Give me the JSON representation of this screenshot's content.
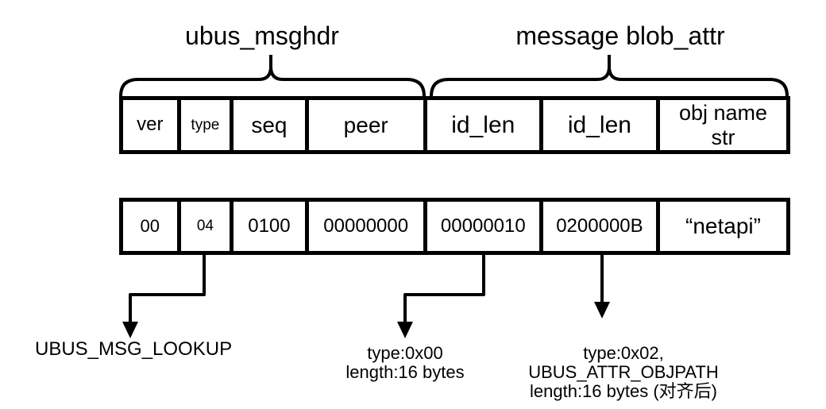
{
  "colors": {
    "background": "#ffffff",
    "ink": "#000000"
  },
  "section_labels": [
    {
      "text": "ubus_msghdr"
    },
    {
      "text": "message blob_attr"
    }
  ],
  "field_row": {
    "cells": [
      "ver",
      "type",
      "seq",
      "peer",
      "id_len",
      "id_len",
      "obj name\nstr"
    ]
  },
  "value_row": {
    "cells": [
      "00",
      "04",
      "0100",
      "00000000",
      "00000010",
      "0200000B",
      "“netapi”"
    ]
  },
  "annotations": [
    {
      "text": "UBUS_MSG_LOOKUP"
    },
    {
      "text": "type:0x00\nlength:16 bytes"
    },
    {
      "text": "type:0x02, UBUS_ATTR_OBJPATH\nlength:16 bytes (对齐后)"
    }
  ]
}
